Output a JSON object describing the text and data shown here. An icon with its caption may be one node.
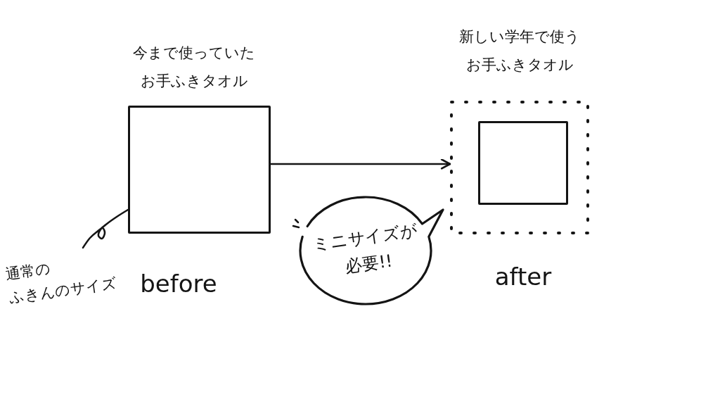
{
  "diagram": {
    "nodes": [
      {
        "text": [
          "今まで使っていたお手ふきタオル"
        ],
        "beside": [
          "before"
        ]
      },
      {
        "text": [
          "新しい学年で使うお手ふきタオル"
        ],
        "beside": [
          "after"
        ]
      },
      {
        "text": [],
        "shape": "box",
        "in": 1
      },
      {
        "text": [
          "ミニサイズが必要!!"
        ]
      },
      {
        "text": [
          "通常のふきんのサイズ"
        ]
      }
    ],
    "edges": [
      {
        "from": 0,
        "to": 1,
        "arrow": "to"
      },
      {
        "from": 4,
        "to": 0,
        "arrow": "none"
      }
    ]
  }
}
